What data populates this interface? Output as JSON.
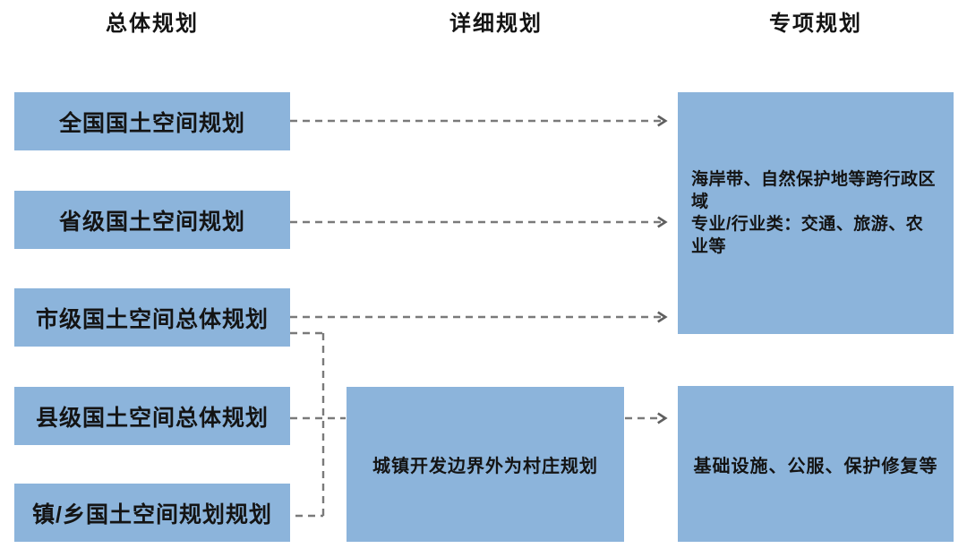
{
  "columns": [
    {
      "label": "总体规划"
    },
    {
      "label": "详细规划"
    },
    {
      "label": "专项规划"
    }
  ],
  "overall_plans": [
    {
      "label": "全国国土空间规划"
    },
    {
      "label": "省级国土空间规划"
    },
    {
      "label": "市级国土空间总体规划"
    },
    {
      "label": "县级国土空间总体规划"
    },
    {
      "label": "镇/乡国土空间规划规划"
    }
  ],
  "detailed_plan": {
    "label": "城镇开发边界外为村庄规划"
  },
  "special_plans": {
    "regional": {
      "line1": "海岸带、自然保护地等跨行政区域",
      "line2": "专业/行业类：交通、旅游、农业等"
    },
    "infrastructure": {
      "label": "基础设施、公服、保护修复等"
    }
  },
  "connections": [
    {
      "from": "全国国土空间规划",
      "to": "海岸带、自然保护地等跨行政区域／专业/行业类",
      "style": "dashed",
      "arrow": true
    },
    {
      "from": "省级国土空间规划",
      "to": "海岸带、自然保护地等跨行政区域／专业/行业类",
      "style": "dashed",
      "arrow": true
    },
    {
      "from": "市级国土空间总体规划",
      "to": "海岸带、自然保护地等跨行政区域／专业/行业类",
      "style": "dashed",
      "arrow": true
    },
    {
      "from": "市级国土空间总体规划",
      "to": "城镇开发边界外为村庄规划",
      "style": "dashed",
      "arrow": false
    },
    {
      "from": "县级国土空间总体规划",
      "to": "城镇开发边界外为村庄规划",
      "style": "dashed",
      "arrow": false
    },
    {
      "from": "镇/乡国土空间规划规划",
      "to": "城镇开发边界外为村庄规划",
      "style": "dashed",
      "arrow": false
    },
    {
      "from": "城镇开发边界外为村庄规划",
      "to": "基础设施、公服、保护修复等",
      "style": "dashed",
      "arrow": true
    }
  ],
  "colors": {
    "box_fill": "#8cb4db",
    "connector": "#7a7a7a",
    "text": "#141414",
    "background": "#ffffff"
  }
}
